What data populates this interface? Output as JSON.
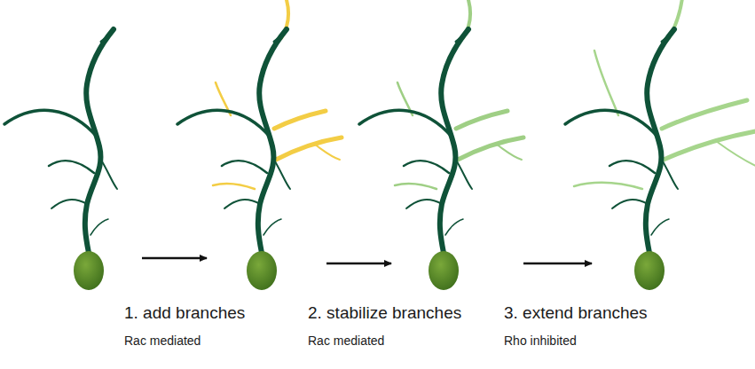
{
  "diagram": {
    "labels": [
      "1. add branches",
      "Rac mediated",
      "2. stabilize branches",
      "Rac mediated",
      "3. extend branches",
      "Rho inhibited"
    ]
  }
}
